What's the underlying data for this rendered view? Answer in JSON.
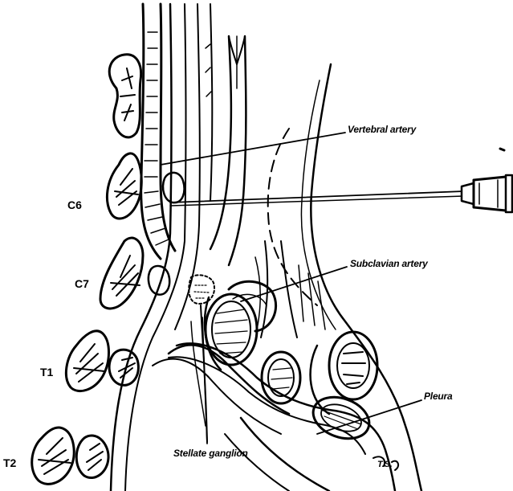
{
  "diagram": {
    "labels": {
      "vertebral_artery": "Vertebral artery",
      "subclavian_artery": "Subclavian artery",
      "pleura": "Pleura",
      "stellate_ganglion": "Stellate ganglion",
      "c6": "C6",
      "c7": "C7",
      "t1": "T1",
      "t2": "T2",
      "artist_signature": "T.S."
    },
    "colors": {
      "ink": "#000000",
      "paper": "#ffffff"
    },
    "icons": {
      "needle": "needle-syringe-icon"
    }
  }
}
